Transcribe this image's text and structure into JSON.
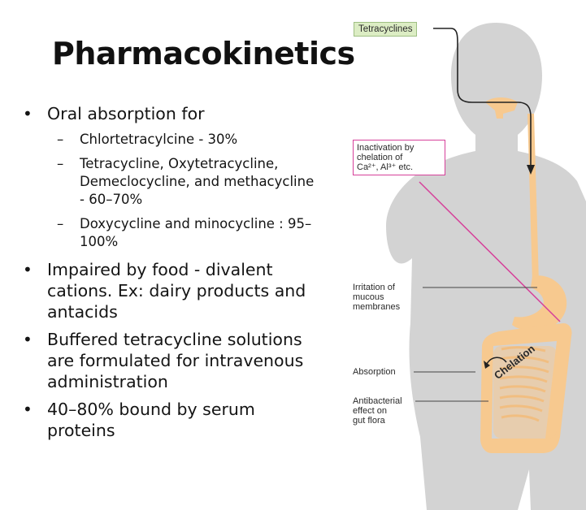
{
  "title": "Pharmacokinetics",
  "bullets": {
    "b1": "Oral absorption for",
    "b1_sub": [
      "Chlortetracylcine - 30%",
      "Tetracycline, Oxytetracycline, Demeclocycline, and methacycline - 60–70%",
      "Doxycycline and minocycline : 95–100%"
    ],
    "b2": "Impaired by food - divalent cations. Ex: dairy products and antacids",
    "b3": "Buffered tetracycline solutions are formulated for intravenous administration",
    "b4": "40–80% bound by serum proteins"
  },
  "figure": {
    "tetracyclines": "Tetracyclines",
    "inactivation_line1": "Inactivation by",
    "inactivation_line2": "chelation of",
    "inactivation_line3": "Ca²⁺, Al³⁺ etc.",
    "irritation_line1": "Irritation of",
    "irritation_line2": "mucous",
    "irritation_line3": "membranes",
    "absorption": "Absorption",
    "antibacterial_line1": "Antibacterial",
    "antibacterial_line2": "effect on",
    "antibacterial_line3": "gut flora",
    "chelation": "Chelation"
  },
  "colors": {
    "body_silhouette": "#d3d3d3",
    "gut": "#f7c98f",
    "pink_box": "#d6409a",
    "label_green": "#dcedc4"
  }
}
